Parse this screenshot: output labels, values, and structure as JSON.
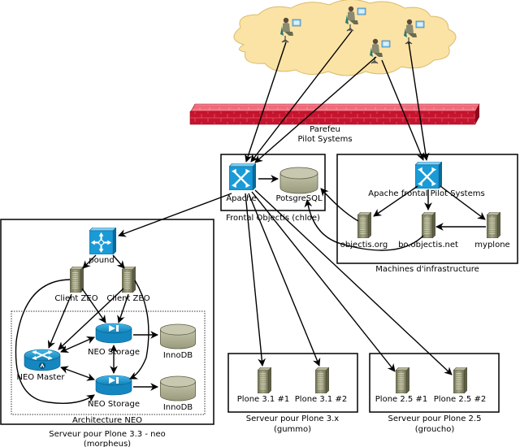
{
  "title": "Architecture Pilot Systems / Objectis",
  "colors": {
    "cloud": "#fbe3a6",
    "cloud_stroke": "#d9bb6a",
    "firewall": "#c8102e",
    "firewall_top": "#f06a7a",
    "switch": "#1a9bd7",
    "storage": "#1a9bd7",
    "db": "#b4b49a",
    "server": "#8c8c6e"
  },
  "internet": {
    "users": [
      {
        "name": "user-1",
        "label": ""
      },
      {
        "name": "user-2",
        "label": ""
      },
      {
        "name": "user-3",
        "label": ""
      },
      {
        "name": "user-4",
        "label": ""
      }
    ]
  },
  "firewall": {
    "label_line1": "Parefeu",
    "label_line2": "Pilot Systems"
  },
  "frontal": {
    "caption": "Frontal Objectis (chloe)",
    "apache": "Apache",
    "postgres": "PotsgreSQL"
  },
  "infra": {
    "caption": "Machines d'infrastructure",
    "apache_frontal": "Apache frontal Pilot Systems",
    "servers": [
      "objectis.org",
      "bo.objectis.net",
      "myplone"
    ]
  },
  "neo_server": {
    "caption_line1": "Serveur pour Plone 3.3 - neo",
    "caption_line2": "(morpheus)",
    "pound": "pound",
    "clients": [
      "Client ZEO",
      "Client ZEO"
    ],
    "neo_arch_caption": "Architecture NEO",
    "master": "NEO Master",
    "storages": [
      "NEO Storage",
      "NEO Storage"
    ],
    "dbs": [
      "InnoDB",
      "InnoDB"
    ]
  },
  "gummo": {
    "caption_line1": "Serveur pour Plone 3.x",
    "caption_line2": "(gummo)",
    "servers": [
      "Plone 3.1 #1",
      "Plone 3.1 #2"
    ]
  },
  "groucho": {
    "caption_line1": "Serveur pour Plone 2.5",
    "caption_line2": "(groucho)",
    "servers": [
      "Plone 2.5 #1",
      "Plone 2.5 #2"
    ]
  }
}
